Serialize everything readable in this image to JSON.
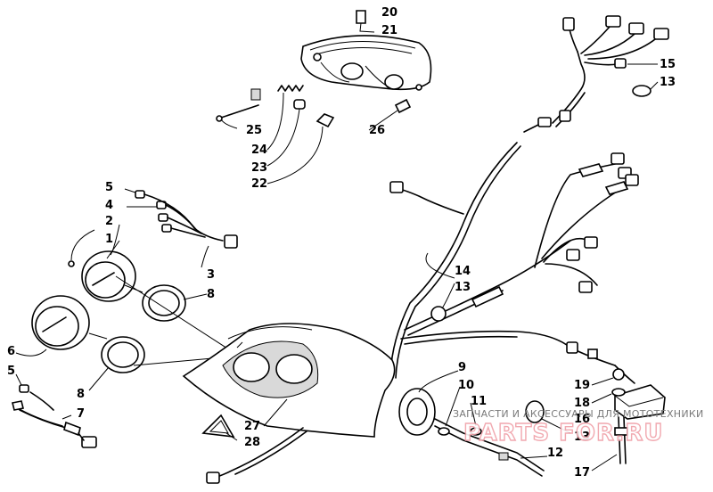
{
  "diagram": {
    "callouts": [
      {
        "id": "c20",
        "label": "20"
      },
      {
        "id": "c21",
        "label": "21"
      },
      {
        "id": "c15",
        "label": "15"
      },
      {
        "id": "c13a",
        "label": "13"
      },
      {
        "id": "c25",
        "label": "25"
      },
      {
        "id": "c24",
        "label": "24"
      },
      {
        "id": "c23",
        "label": "23"
      },
      {
        "id": "c22",
        "label": "22"
      },
      {
        "id": "c26",
        "label": "26"
      },
      {
        "id": "c5a",
        "label": "5"
      },
      {
        "id": "c4",
        "label": "4"
      },
      {
        "id": "c2",
        "label": "2"
      },
      {
        "id": "c1",
        "label": "1"
      },
      {
        "id": "c3",
        "label": "3"
      },
      {
        "id": "c8a",
        "label": "8"
      },
      {
        "id": "c14",
        "label": "14"
      },
      {
        "id": "c13b",
        "label": "13"
      },
      {
        "id": "c6",
        "label": "6"
      },
      {
        "id": "c5b",
        "label": "5"
      },
      {
        "id": "c8b",
        "label": "8"
      },
      {
        "id": "c7",
        "label": "7"
      },
      {
        "id": "c27",
        "label": "27"
      },
      {
        "id": "c28",
        "label": "28"
      },
      {
        "id": "c9",
        "label": "9"
      },
      {
        "id": "c10",
        "label": "10"
      },
      {
        "id": "c11",
        "label": "11"
      },
      {
        "id": "c19",
        "label": "19"
      },
      {
        "id": "c18",
        "label": "18"
      },
      {
        "id": "c16",
        "label": "16"
      },
      {
        "id": "c13c",
        "label": "13"
      },
      {
        "id": "c12",
        "label": "12"
      },
      {
        "id": "c17",
        "label": "17"
      }
    ]
  },
  "watermark": {
    "line1": "ЗАПЧАСТИ И АКСЕССУАРЫ ДЛЯ МОТОТЕХНИКИ",
    "line2": "PARTS FOR.RU",
    "color": "#e8707c"
  }
}
